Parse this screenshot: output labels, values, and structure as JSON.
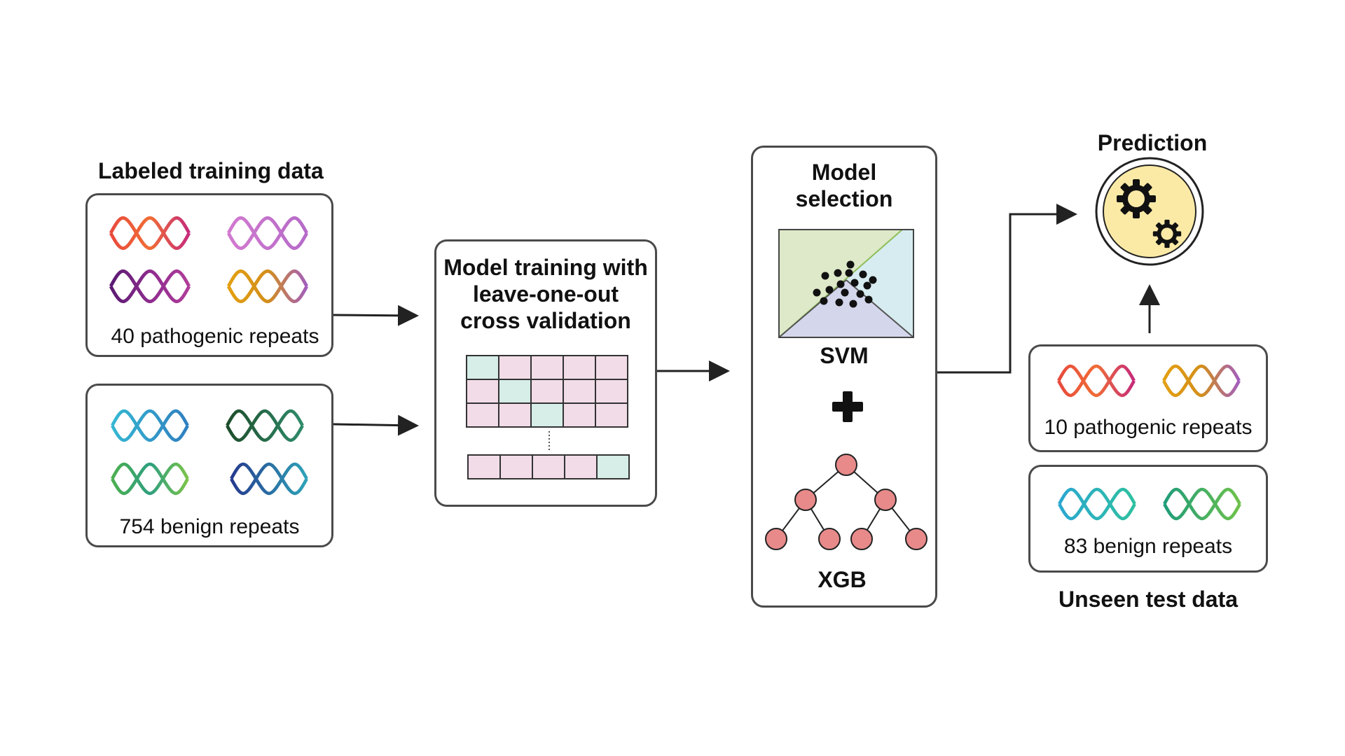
{
  "training": {
    "heading": "Labeled training data",
    "pathogenic_label": "40 pathogenic repeats",
    "benign_label": "754 benign repeats"
  },
  "cv": {
    "heading_line1": "Model training with",
    "heading_line2": "leave-one-out",
    "heading_line3": "cross validation"
  },
  "selection": {
    "heading_line1": "Model",
    "heading_line2": "selection",
    "svm_label": "SVM",
    "xgb_label": "XGB"
  },
  "prediction": {
    "heading": "Prediction"
  },
  "test": {
    "heading": "Unseen test data",
    "pathogenic_label": "10 pathogenic repeats",
    "benign_label": "83 benign repeats"
  },
  "icons": {
    "dna": "dna-double-helix-icon",
    "gears": "gears-icon",
    "plus": "plus-icon",
    "tree": "decision-tree-icon"
  },
  "colors": {
    "box_border": "#4a4a4a",
    "cv_train_fold": "#f2dce8",
    "cv_test_fold": "#d6ede8",
    "tree_node": "#e88a8a",
    "gear_bg": "#fbeaa6",
    "svm_green": "#dde9c8",
    "svm_blue": "#d7ecf1",
    "svm_purple": "#d4d7ec"
  }
}
